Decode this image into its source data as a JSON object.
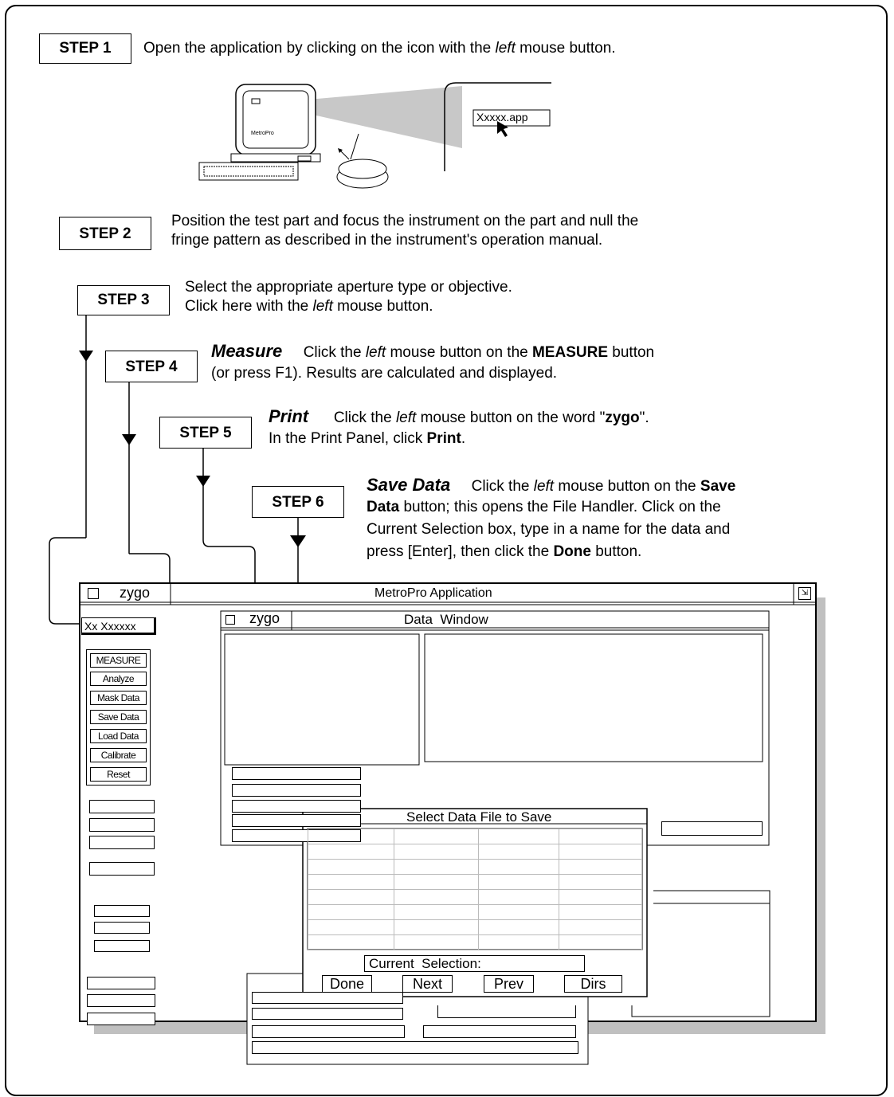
{
  "steps": {
    "step1": {
      "label": "STEP 1",
      "text_pre": "Open the application by clicking on the icon with the ",
      "text_em": "left",
      "text_post": " mouse button."
    },
    "step2": {
      "label": "STEP 2",
      "line1": "Position the test part and  focus the instrument on the part and null the",
      "line2": "fringe pattern as described in the instrument's operation manual."
    },
    "step3": {
      "label": "STEP 3",
      "line1": "Select the appropriate aperture type or objective.",
      "line2_pre": "Click here with the ",
      "line2_em": "left",
      "line2_post": " mouse button."
    },
    "step4": {
      "label": "STEP 4",
      "heading": "Measure",
      "line1_pre": "Click the ",
      "line1_em": "left",
      "line1_mid": " mouse button on the ",
      "line1_bold": "MEASURE",
      "line1_post": " button",
      "line2": "(or press F1).  Results are calculated and displayed."
    },
    "step5": {
      "label": "STEP 5",
      "heading": "Print",
      "line1_pre": "Click the ",
      "line1_em": "left",
      "line1_mid": " mouse button on the word \"",
      "line1_bold": "zygo",
      "line1_post": "\".",
      "line2_pre": "In the Print Panel, click ",
      "line2_bold": "Print",
      "line2_post": "."
    },
    "step6": {
      "label": "STEP 6",
      "heading": "Save Data",
      "line1_pre": "Click the ",
      "line1_em": "left",
      "line1_mid": " mouse button on the ",
      "line1_bold": "Save",
      "line2_bold": "Data",
      "line2_post": " button; this opens the File Handler.  Click on the",
      "line3": "Current Selection box, type in a name for the data and",
      "line4_pre": "press [Enter], then click the ",
      "line4_bold": "Done",
      "line4_post": " button."
    }
  },
  "illustration": {
    "monitor_label": "MetroPro",
    "icon_label": "Xxxxx.app"
  },
  "app_window": {
    "corner_label": "zygo",
    "title": "MetroPro Application",
    "aperture_field": "Xx Xxxxxx",
    "buttons": [
      "MEASURE",
      "Analyze",
      "Mask Data",
      "Save Data",
      "Load Data",
      "Calibrate",
      "Reset"
    ]
  },
  "data_window": {
    "corner_label": "zygo",
    "title": "Data  Window"
  },
  "file_dialog": {
    "title": "Select Data File to Save",
    "current_selection": "Current  Selection:",
    "buttons": [
      "Done",
      "Next",
      "Prev",
      "Dirs"
    ]
  }
}
